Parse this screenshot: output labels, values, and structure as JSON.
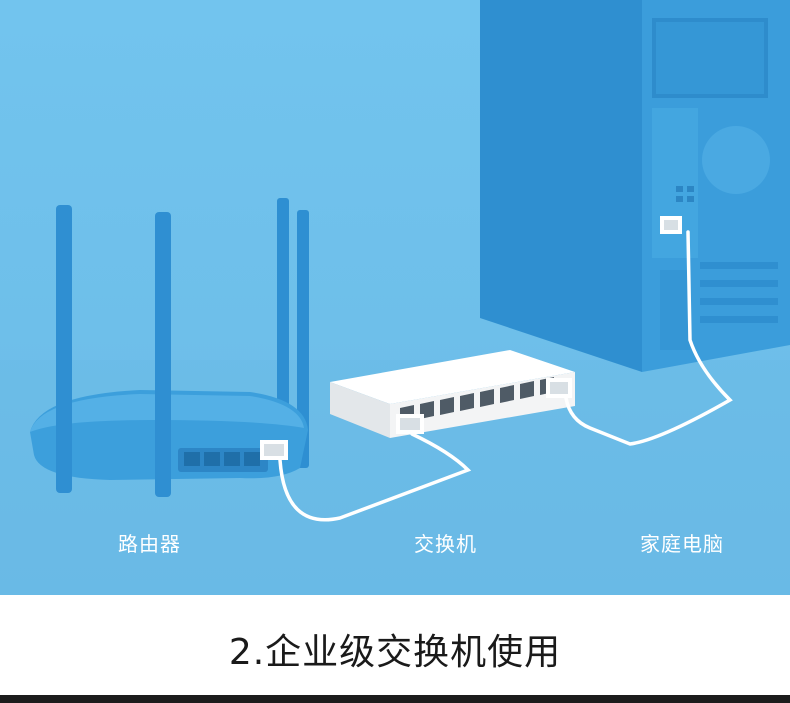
{
  "scene": {
    "labels": {
      "router": "路由器",
      "switch": "交换机",
      "computer": "家庭电脑"
    }
  },
  "caption": {
    "title": "2.企业级交换机使用"
  },
  "colors": {
    "background": "#70c2ec",
    "device_blue": "#3a9ad8",
    "switch_white": "#f5f5f5",
    "cable": "#ffffff"
  }
}
